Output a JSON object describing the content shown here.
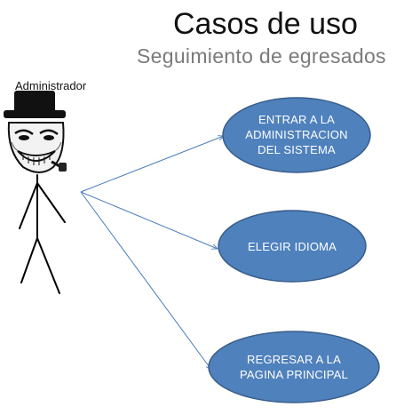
{
  "title": "Casos de uso",
  "subtitle": "Seguimiento de egresados",
  "actor": {
    "name": "Administrador",
    "icon": "troll-face-top-hat-stick-figure-icon"
  },
  "use_cases": [
    {
      "line1": "ENTRAR A LA",
      "line2": "ADMINISTRACION",
      "line3": "DEL SISTEMA"
    },
    {
      "line1": "ELEGIR IDIOMA"
    },
    {
      "line1": "REGRESAR A LA",
      "line2": "PAGINA PRINCIPAL"
    }
  ],
  "colors": {
    "use_case_fill": "#4f81bd",
    "use_case_border": "#385d8a",
    "connector": "#4a7ebb"
  }
}
